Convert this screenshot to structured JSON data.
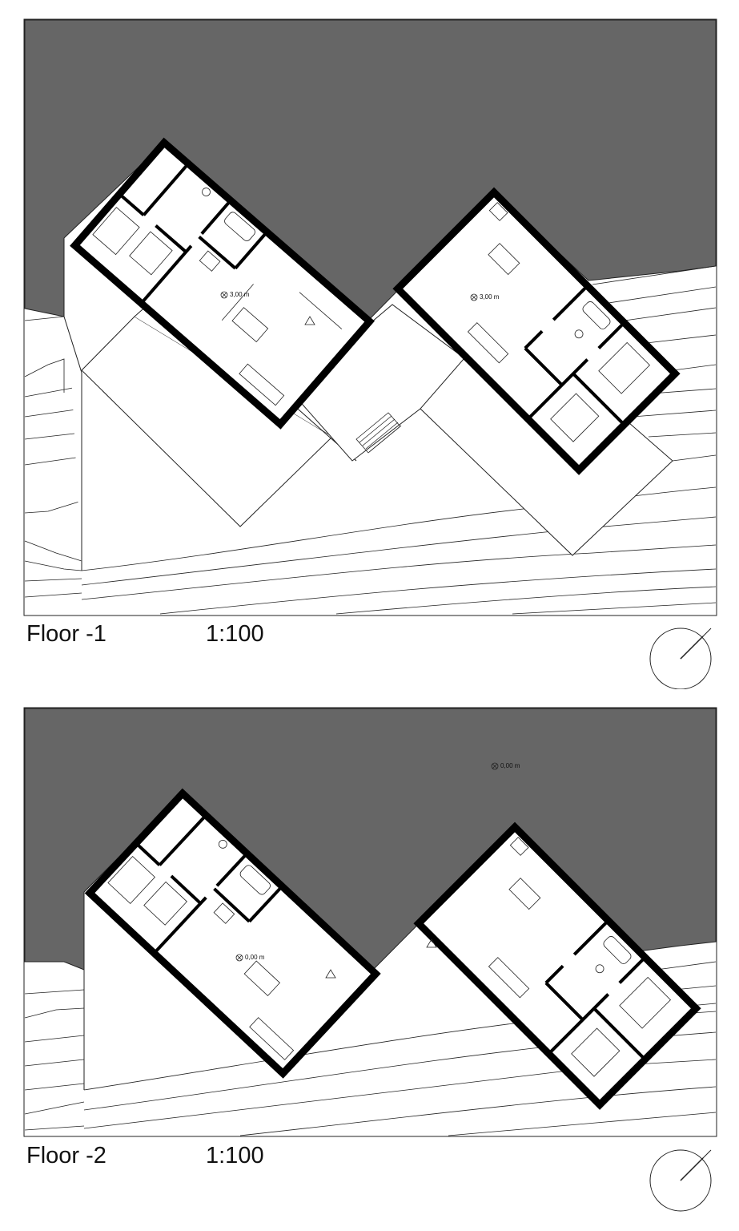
{
  "sheets": [
    {
      "title": "Floor -1",
      "scale": "1:100",
      "level_left": "3,00 m",
      "level_right": "3,00 m"
    },
    {
      "title": "Floor -2",
      "scale": "1:100",
      "level_left": "0,00 m",
      "level_right": "0,00 m"
    }
  ],
  "colors": {
    "terrain_fill": "#666666",
    "wall": "#000000",
    "line": "#222222",
    "paper": "#ffffff"
  },
  "icons": [
    "north-arrow-icon",
    "level-marker-icon",
    "stair-icon",
    "bed-icon",
    "bathtub-icon",
    "toilet-icon",
    "sofa-icon",
    "dining-table-icon",
    "kitchen-hob-icon"
  ]
}
